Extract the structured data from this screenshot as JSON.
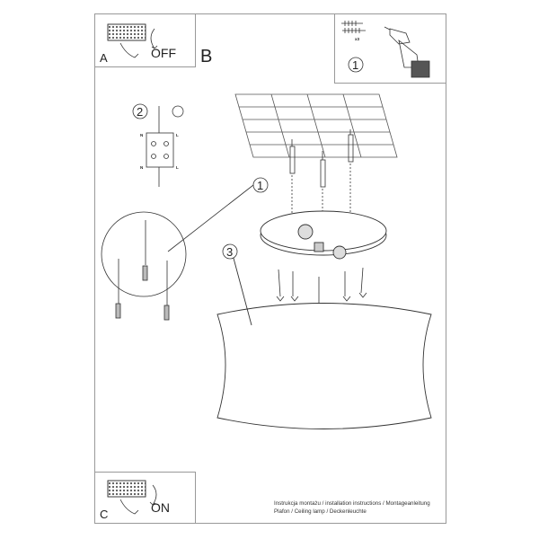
{
  "panel_a": {
    "letter": "A",
    "switch_state": "OFF"
  },
  "panel_b": {
    "letter": "B"
  },
  "panel_c": {
    "letter": "C",
    "switch_state": "ON"
  },
  "tools": {
    "step": "1",
    "qty": "x3"
  },
  "steps": {
    "wiring": "2",
    "mount": "1",
    "shade": "3"
  },
  "terminal_labels": [
    "N",
    "L",
    "N",
    "L"
  ],
  "footer": {
    "line1": "Instrukcja montażu / installation instructions / Montageanleitung",
    "line2": "Plafon / Ceiling lamp / Deckenleuchte"
  }
}
